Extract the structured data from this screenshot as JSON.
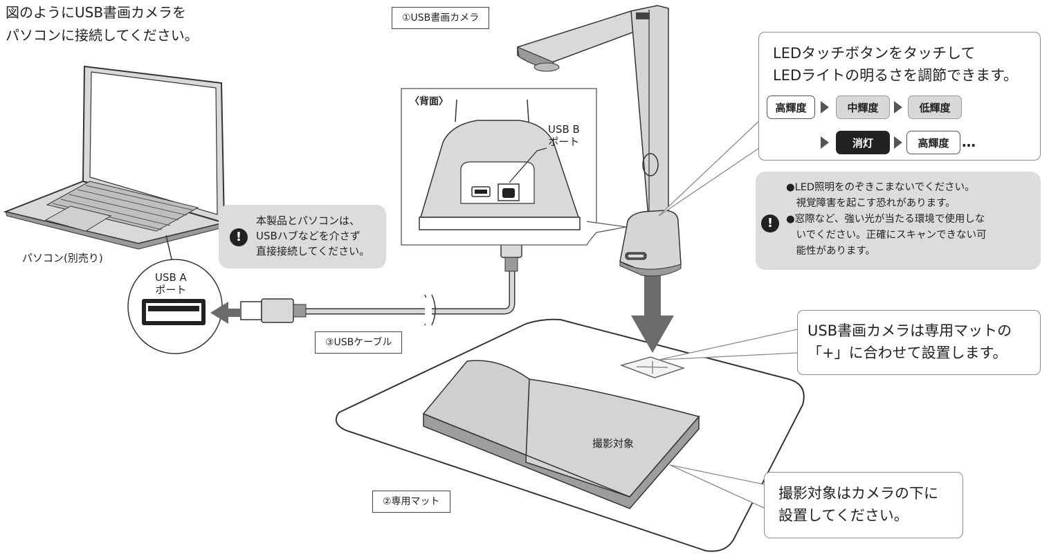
{
  "intro_text": "図のようにUSB書画カメラを\nパソコンに接続してください。",
  "labels": {
    "camera": "①USB書画カメラ",
    "mat": "②専用マット",
    "cable": "③USBケーブル",
    "pc": "パソコン(別売り)",
    "back_view": "〈背面〉",
    "usb_b_port": "USB B\nポート",
    "usb_a_port": "USB A\nポート",
    "subject": "撮影対象"
  },
  "led_callout": {
    "text": "LEDタッチボタンをタッチして\nLEDライトの明るさを調節できます。",
    "steps": [
      "高輝度",
      "中輝度",
      "低輝度",
      "消灯",
      "高輝度"
    ],
    "ellipsis": "…"
  },
  "warning_pc": {
    "icon": "!",
    "text": "本製品とパソコンは、\nUSBハブなどを介さず\n直接接続してください。"
  },
  "warning_led": {
    "icon": "!",
    "text": "●LED照明をのぞきこまないでください。\n　視覚障害を起こす恐れがあります。\n●窓際など、強い光が当たる環境で使用しな\n　いでください。正確にスキャンできない可\n　能性があります。"
  },
  "mat_callout": "USB書画カメラは専用マットの\n「+」に合わせて設置します。",
  "subject_callout": "撮影対象はカメラの下に\n設置してください。",
  "colors": {
    "gray_fill": "#d9d9d9",
    "dark": "#222222",
    "arrow": "#6b6b6b",
    "outline": "#333333"
  }
}
